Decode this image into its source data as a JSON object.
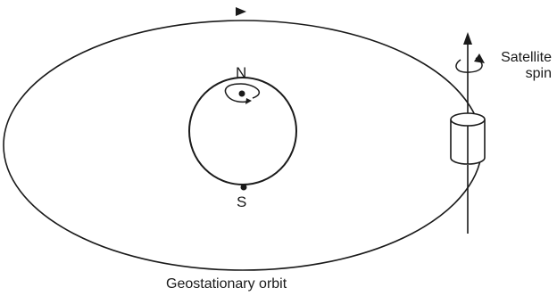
{
  "labels": {
    "north": "N",
    "south": "S",
    "satellite_spin_line1": "Satellite",
    "satellite_spin_line2": "spin",
    "orbit": "Geostationary orbit"
  },
  "colors": {
    "ink": "#1a1a1a",
    "background": "#ffffff"
  },
  "icons": {
    "satellite": "cylinder",
    "earth": "circle",
    "spin_direction": "curved-arrow"
  }
}
